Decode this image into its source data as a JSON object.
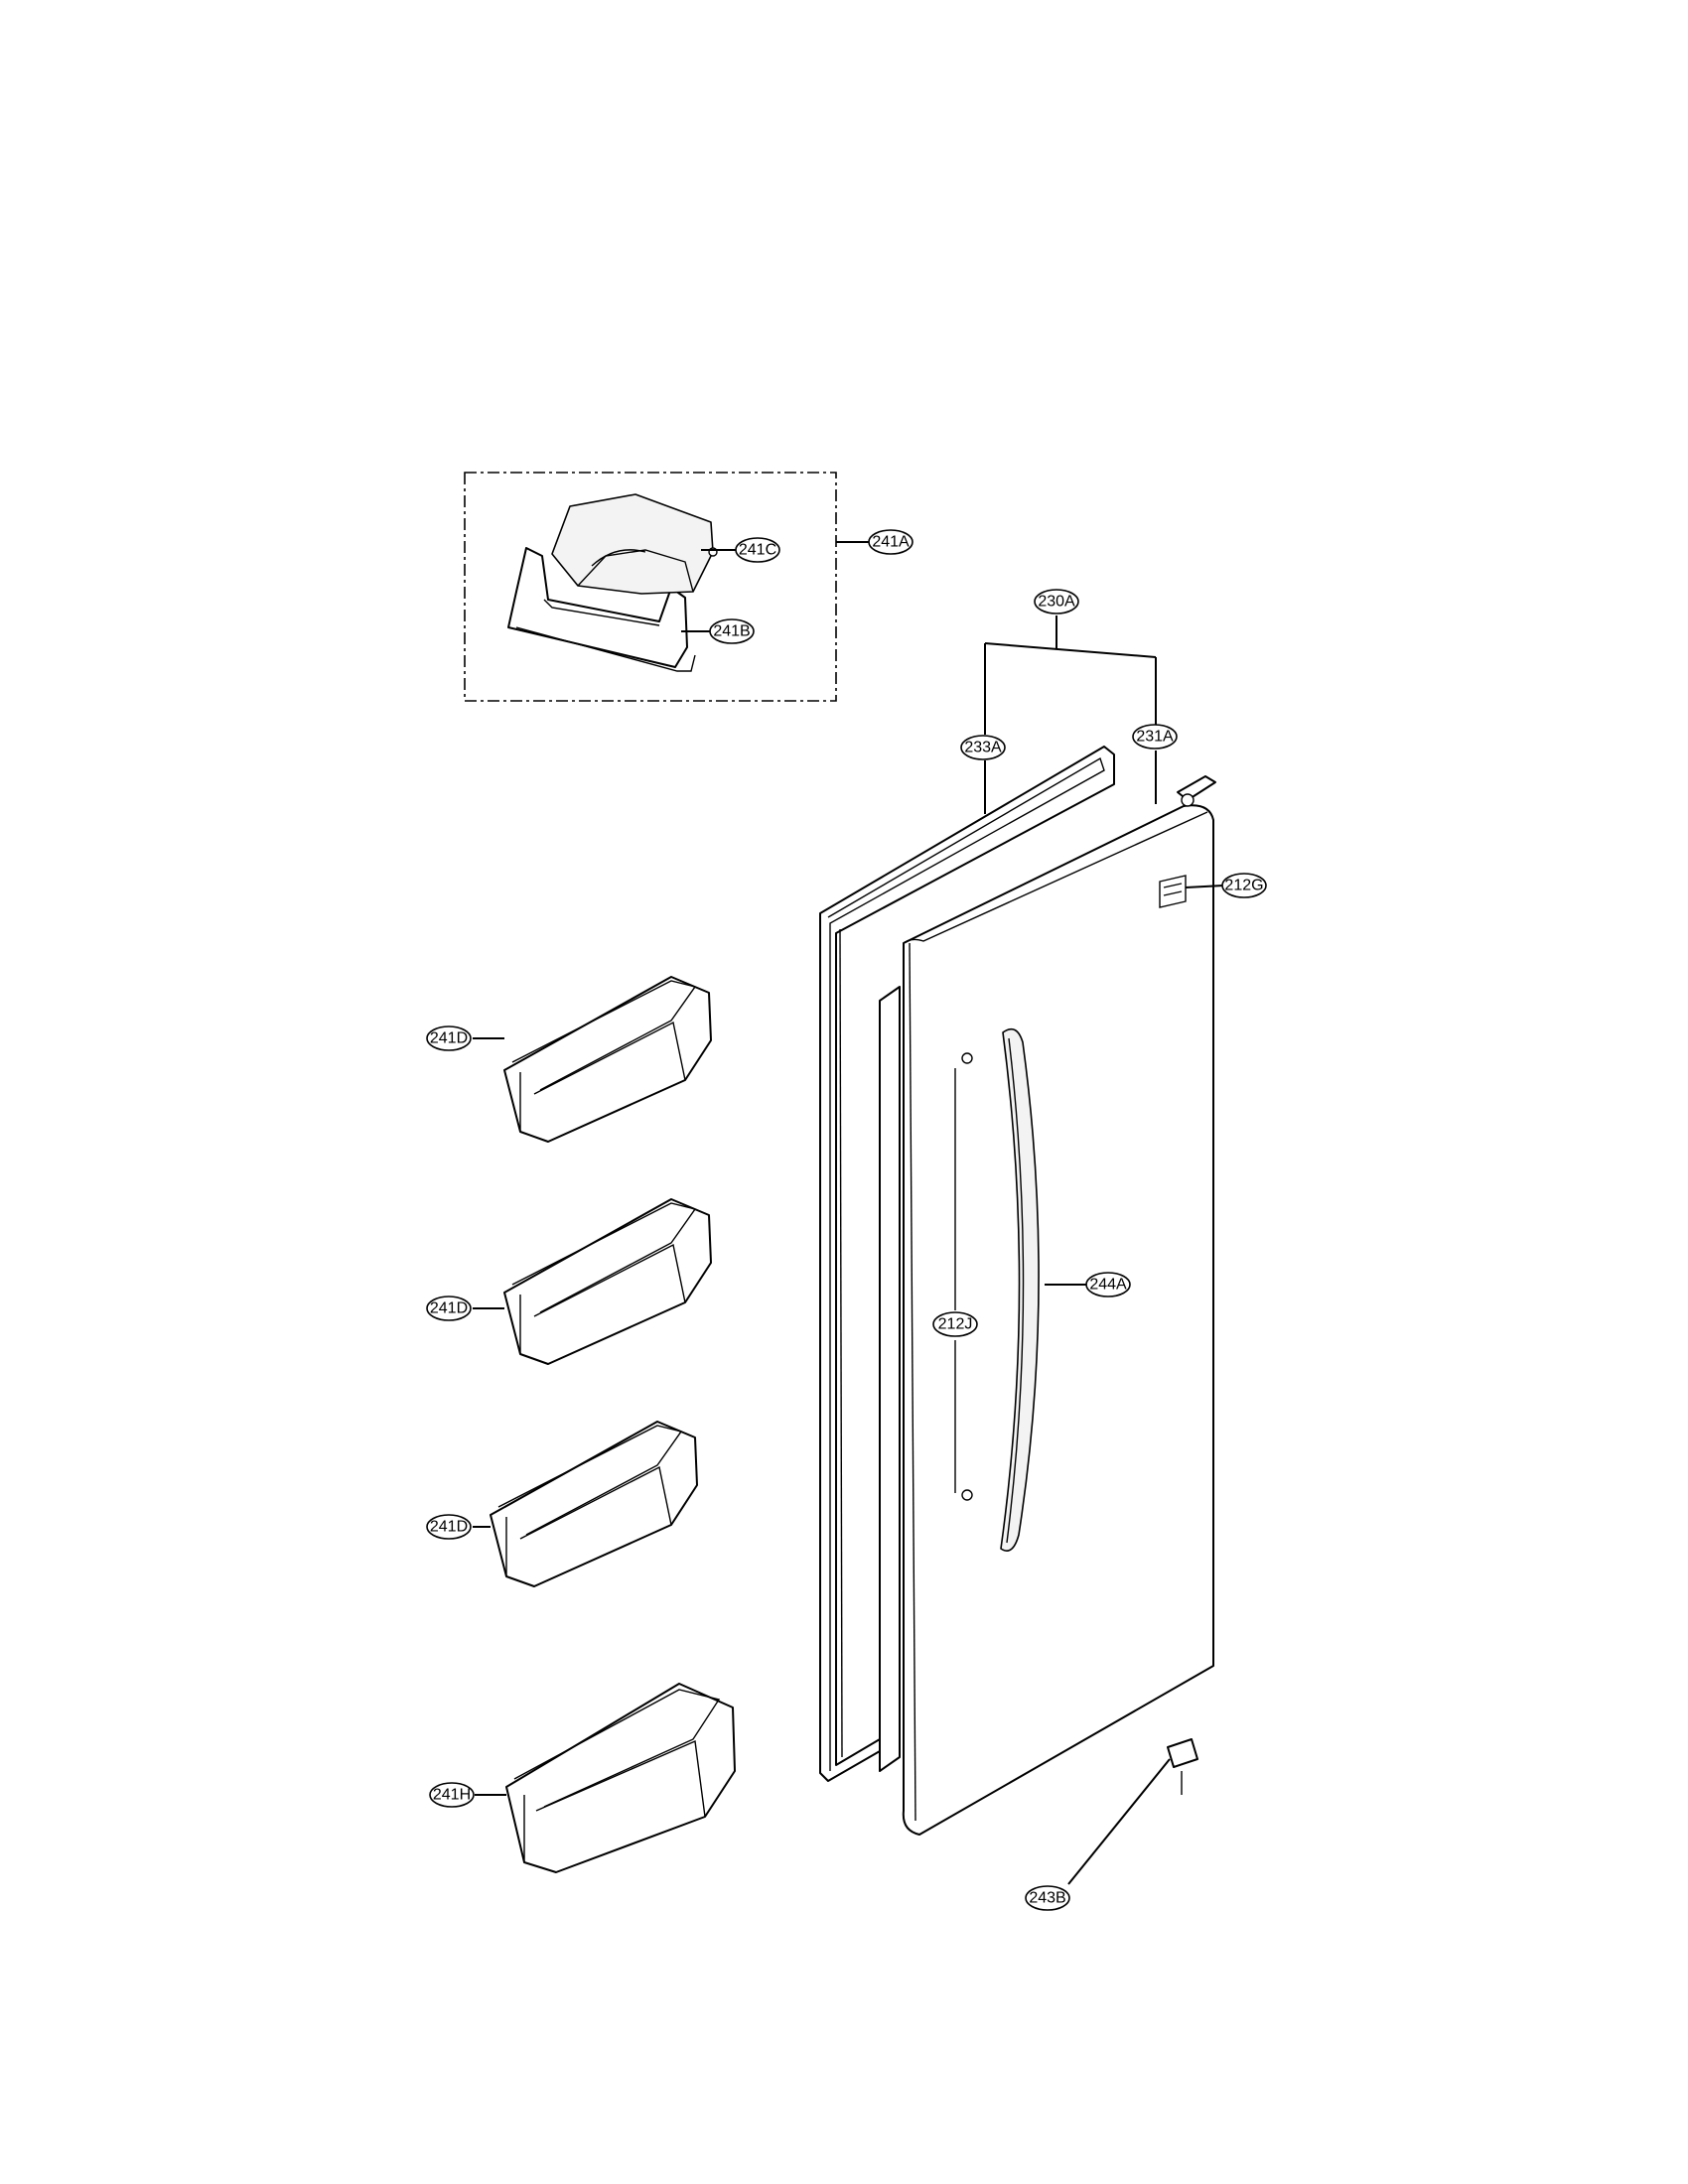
{
  "labels": {
    "241A": "241A",
    "241B": "241B",
    "241C": "241C",
    "230A": "230A",
    "233A": "233A",
    "231A": "231A",
    "212G": "212G",
    "241D_1": "241D",
    "241D_2": "241D",
    "241D_3": "241D",
    "241H": "241H",
    "244A": "244A",
    "212J": "212J",
    "243B": "243B"
  }
}
